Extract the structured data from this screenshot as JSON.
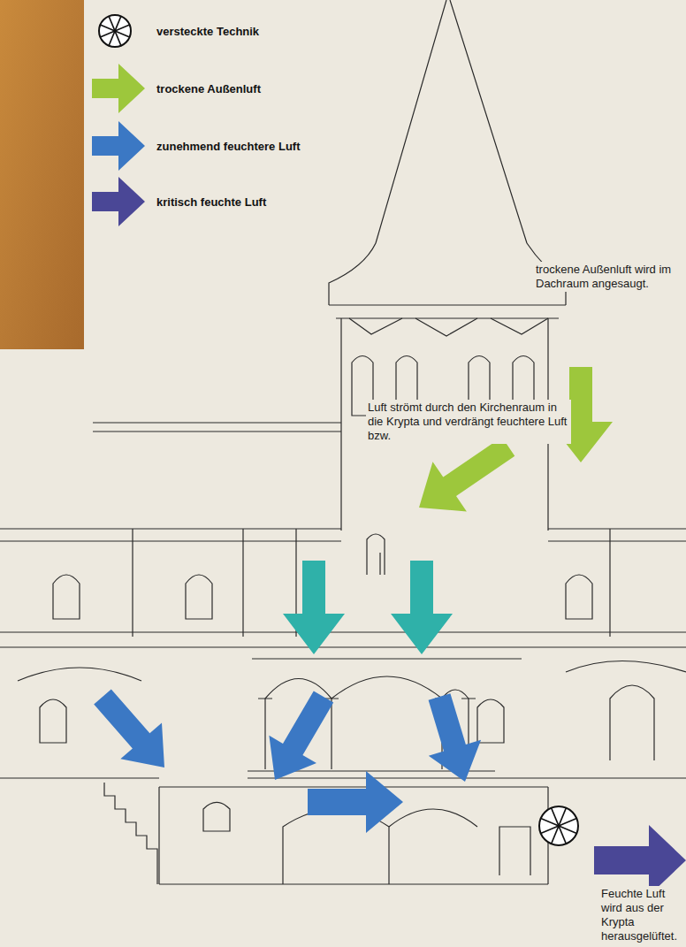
{
  "diagram": {
    "labels": [
      "trockene Außenluft wird im Dachraum angesaugt.",
      "Luft strömt durch den Kirchenraum in die Krypta und verdrängt feuchtere Luft bzw.",
      "Feuchte Luft wird aus der Krypta herausgelüftet."
    ],
    "legend": [
      {
        "text": "versteckte Technik"
      },
      {
        "text": "trockene Außenluft",
        "color": "#9dc73c"
      },
      {
        "text": "zunehmend feuchtere Luft",
        "color": "#3b78c4"
      },
      {
        "text": "kritisch feuchte Luft",
        "color": "#4a4796"
      }
    ]
  }
}
